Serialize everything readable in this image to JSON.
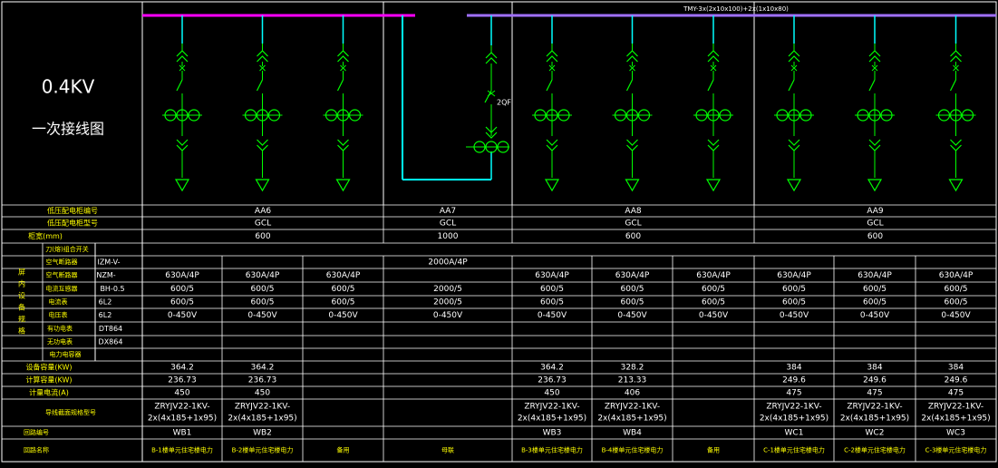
{
  "title": {
    "main": "0.4KV",
    "sub": "一次接线图"
  },
  "busbar_label": "TMY-3x(2x10x100)+2x(1x10x80)",
  "device_2qf": "2QF",
  "row_labels": {
    "cabinet_no": "低压配电柜编号",
    "cabinet_model": "低压配电柜型号",
    "cabinet_width": "柜宽(mm)",
    "equip_group": "屏内设备规格",
    "fuse_switch": "刀(熔)组合开关",
    "air_breaker": "空气断路器",
    "ct": "电流互感器",
    "ammeter": "电流表",
    "voltmeter": "电压表",
    "active_meter": "有功电表",
    "reactive_meter": "无功电表",
    "capacitor": "电力电容器",
    "installed_power": "设备容量(KW)",
    "calc_power": "计算容量(KW)",
    "calc_current": "计量电流(A)",
    "cable_spec": "导线截面规格型号",
    "circuit_no": "回路编号",
    "circuit_name": "回路名称"
  },
  "models": {
    "fuse_switch": "",
    "air_breaker": "IZM-V-",
    "air_breaker2": "NZM-",
    "ct": "BH-0.5",
    "ammeter": "6L2",
    "voltmeter": "6L2",
    "active_meter": "DT864",
    "reactive_meter": "DX864",
    "capacitor": ""
  },
  "cabinets": [
    {
      "no": "AA6",
      "model": "GCL",
      "width": "600"
    },
    {
      "no": "AA7",
      "model": "GCL",
      "width": "1000"
    },
    {
      "no": "AA8",
      "model": "GCL",
      "width": "600"
    },
    {
      "no": "AA9",
      "model": "GCL",
      "width": "600"
    }
  ],
  "aa7_breaker": "2000A/4P",
  "columns": [
    {
      "breaker": "630A/4P",
      "ct": "600/5",
      "ammeter": "600/5",
      "volt": "0-450V",
      "inst": "364.2",
      "calc": "236.73",
      "curr": "450",
      "cable1": "ZRYJV22-1KV-",
      "cable2": "2x(4x185+1x95)",
      "cno": "WB1",
      "cname": "B-1楼单元住宅楼电力"
    },
    {
      "breaker": "630A/4P",
      "ct": "600/5",
      "ammeter": "600/5",
      "volt": "0-450V",
      "inst": "364.2",
      "calc": "236.73",
      "curr": "450",
      "cable1": "ZRYJV22-1KV-",
      "cable2": "2x(4x185+1x95)",
      "cno": "WB2",
      "cname": "B-2楼单元住宅楼电力"
    },
    {
      "breaker": "630A/4P",
      "ct": "600/5",
      "ammeter": "600/5",
      "volt": "0-450V",
      "inst": "",
      "calc": "",
      "curr": "",
      "cable1": "",
      "cable2": "",
      "cno": "",
      "cname": "备用"
    },
    {
      "breaker": "",
      "ct": "2000/5",
      "ammeter": "2000/5",
      "volt": "0-450V",
      "inst": "",
      "calc": "",
      "curr": "",
      "cable1": "",
      "cable2": "",
      "cno": "",
      "cname": "母联"
    },
    {
      "breaker": "630A/4P",
      "ct": "600/5",
      "ammeter": "600/5",
      "volt": "0-450V",
      "inst": "364.2",
      "calc": "236.73",
      "curr": "450",
      "cable1": "ZRYJV22-1KV-",
      "cable2": "2x(4x185+1x95)",
      "cno": "WB3",
      "cname": "B-3楼单元住宅楼电力"
    },
    {
      "breaker": "630A/4P",
      "ct": "600/5",
      "ammeter": "600/5",
      "volt": "0-450V",
      "inst": "328.2",
      "calc": "213.33",
      "curr": "406",
      "cable1": "ZRYJV22-1KV-",
      "cable2": "2x(4x185+1x95)",
      "cno": "WB4",
      "cname": "B-4楼单元住宅楼电力"
    },
    {
      "breaker": "630A/4P",
      "ct": "600/5",
      "ammeter": "600/5",
      "volt": "0-450V",
      "inst": "",
      "calc": "",
      "curr": "",
      "cable1": "",
      "cable2": "",
      "cno": "",
      "cname": "备用"
    },
    {
      "breaker": "630A/4P",
      "ct": "600/5",
      "ammeter": "600/5",
      "volt": "0-450V",
      "inst": "384",
      "calc": "249.6",
      "curr": "475",
      "cable1": "ZRYJV22-1KV-",
      "cable2": "2x(4x185+1x95)",
      "cno": "WC1",
      "cname": "C-1楼单元住宅楼电力"
    },
    {
      "breaker": "630A/4P",
      "ct": "600/5",
      "ammeter": "600/5",
      "volt": "0-450V",
      "inst": "384",
      "calc": "249.6",
      "curr": "475",
      "cable1": "ZRYJV22-1KV-",
      "cable2": "2x(4x185+1x95)",
      "cno": "WC2",
      "cname": "C-2楼单元住宅楼电力"
    },
    {
      "breaker": "630A/4P",
      "ct": "600/5",
      "ammeter": "600/5",
      "volt": "0-450V",
      "inst": "384",
      "calc": "249.6",
      "curr": "475",
      "cable1": "ZRYJV22-1KV-",
      "cable2": "2x(4x185+1x95)",
      "cno": "WC3",
      "cname": "C-3楼单元住宅楼电力"
    }
  ],
  "colors": {
    "background": "#000000",
    "grid": "#ffffff",
    "bus_left": "#ff00ff",
    "bus_right": "#a070ff",
    "wire": "#00ffff",
    "device": "#00ff00",
    "label": "#ffff00"
  }
}
